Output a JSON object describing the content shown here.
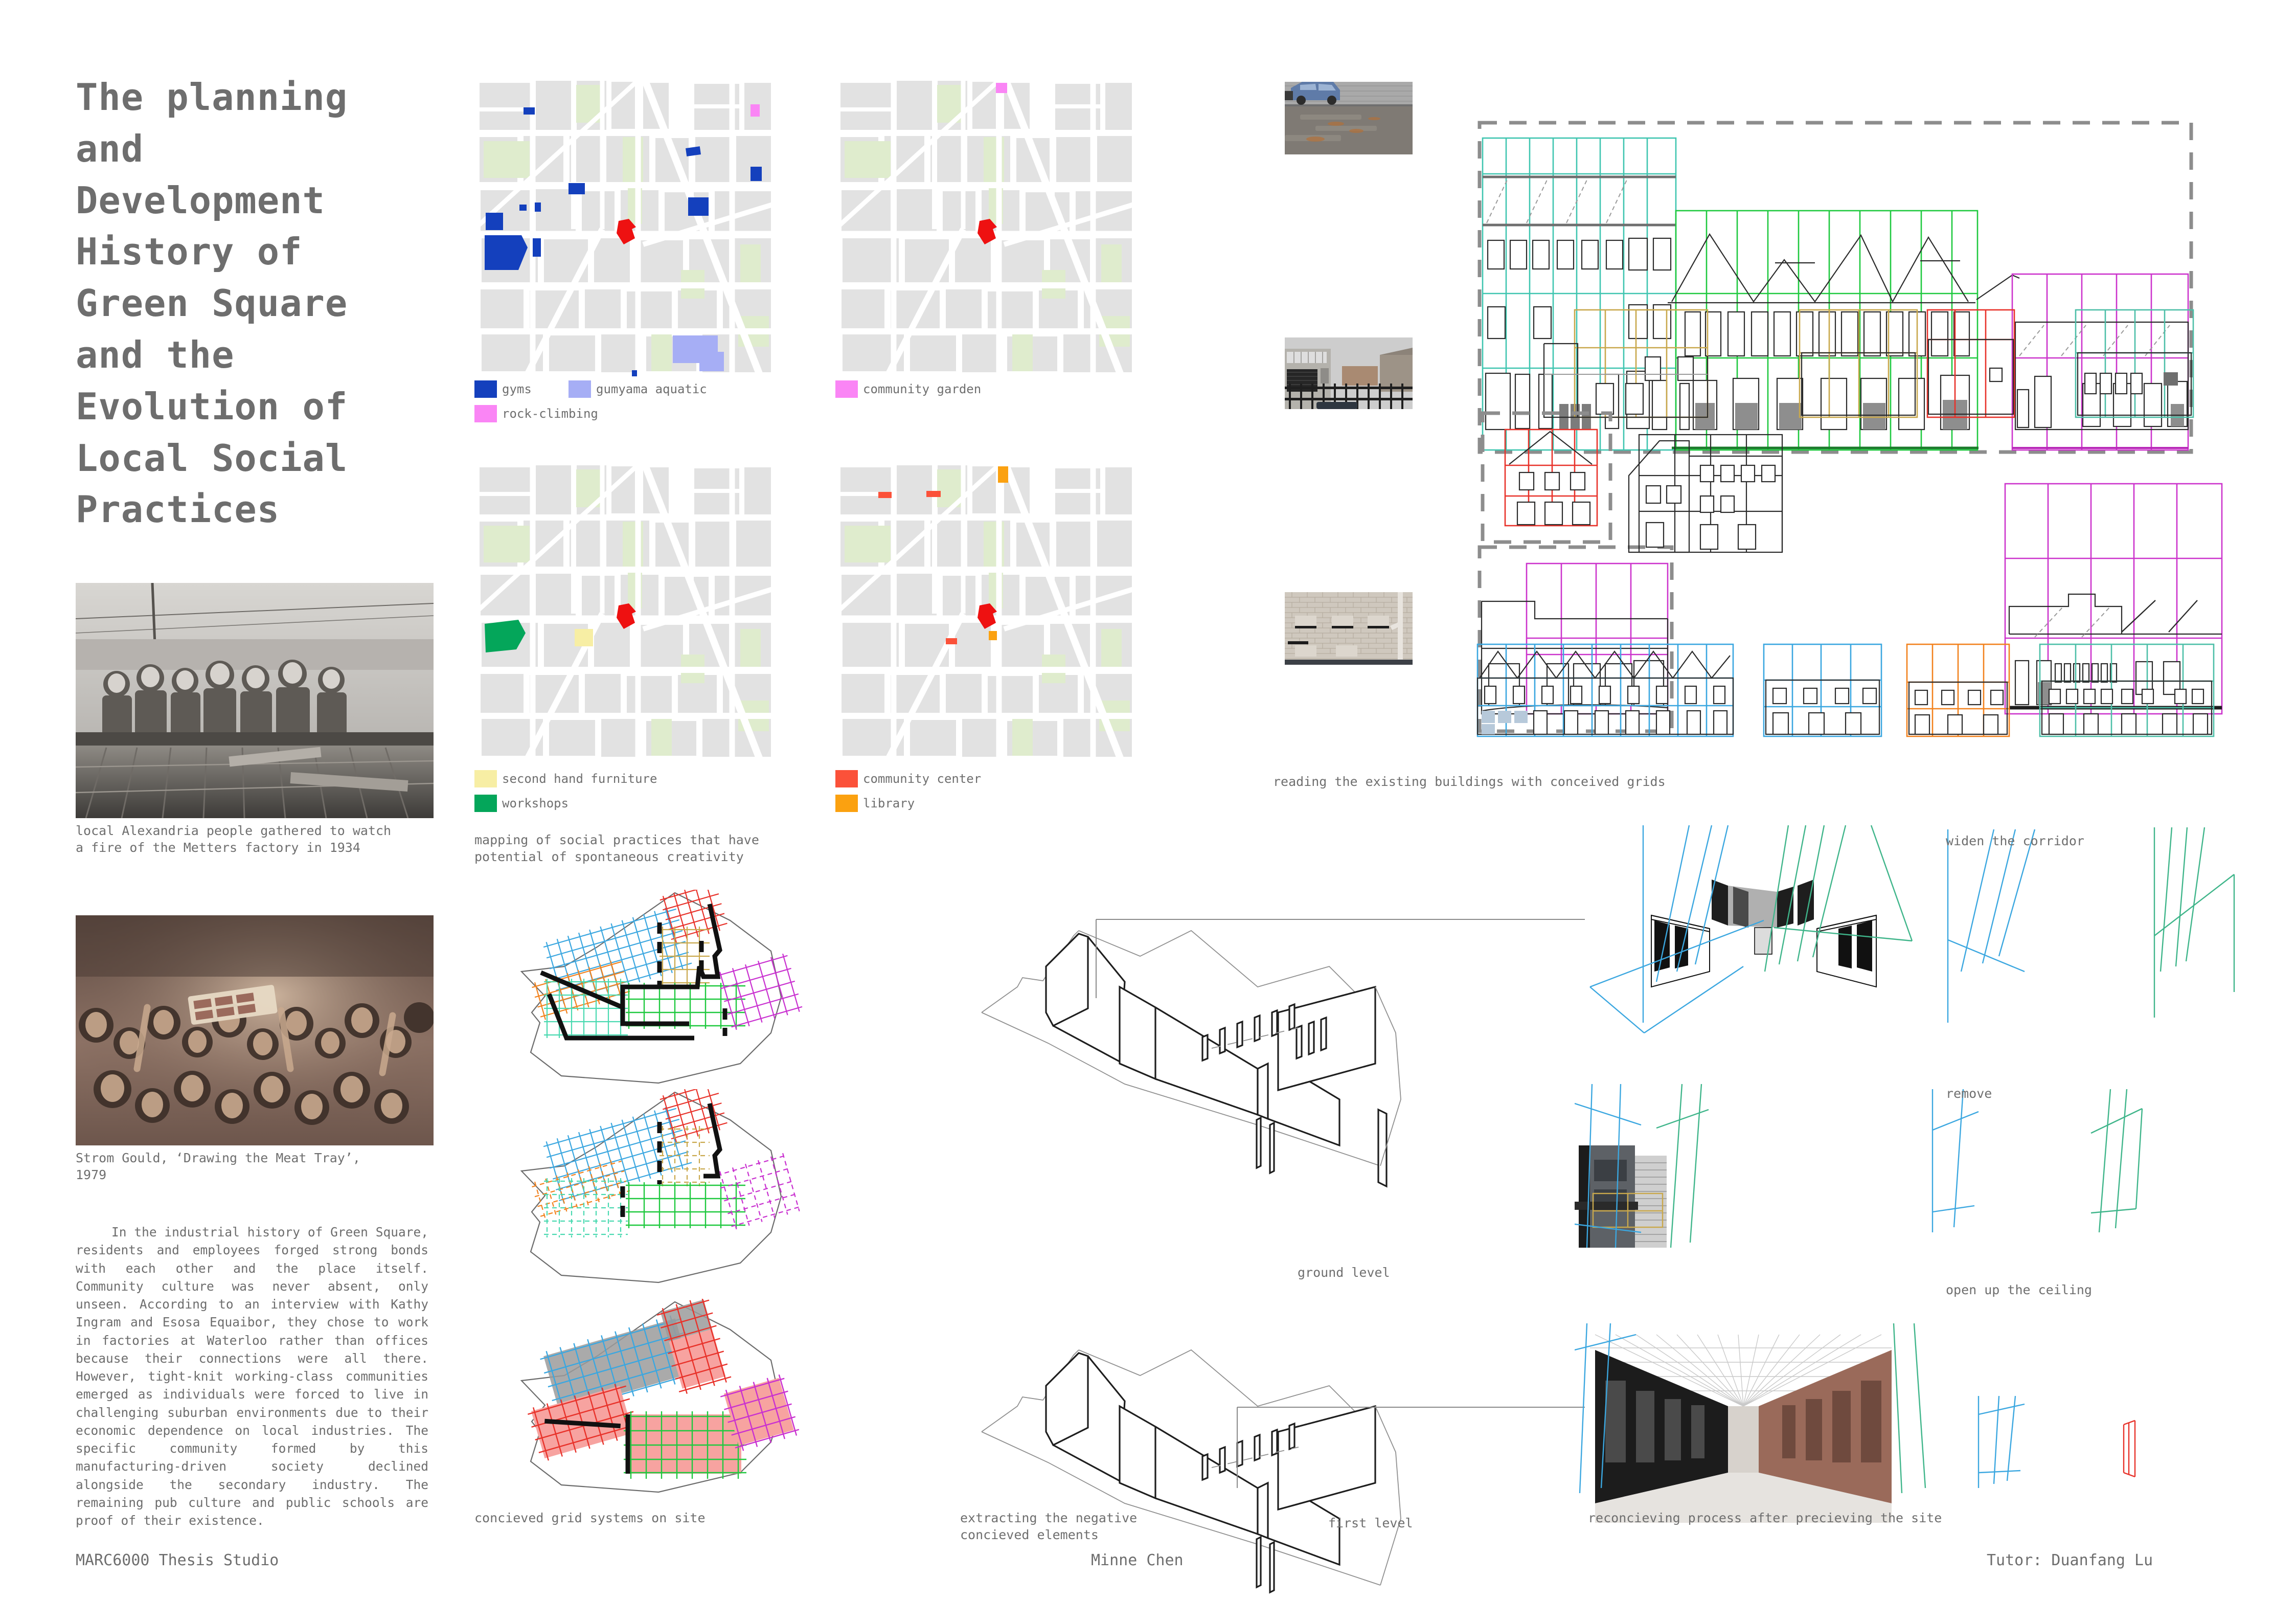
{
  "poster": {
    "title": "The planning\nand\nDevelopment\nHistory of\nGreen Square\nand the\nEvolution of\nLocal Social\nPractices",
    "body_text": "In the industrial history of Green Square, residents and employees forged strong bonds with each other and the place itself. Community culture was never absent, only unseen. According to an interview with Kathy Ingram and Esosa Equaibor, they chose to work in factories at Waterloo rather than offices because their connections were all there. However, tight-knit working-class communities emerged as individuals were forced to live in challenging suburban environments due to their economic dependence on local industries. The specific community formed by this manufacturing-driven society declined alongside the secondary industry. The remaining pub culture and public schools are proof of their existence."
  },
  "photos": [
    {
      "name": "metters-fire-photo",
      "caption": "local Alexandria people gathered to watch\na fire of the Metters factory in 1934"
    },
    {
      "name": "meat-tray-photo",
      "caption": "Strom Gould, ‘Drawing the Meat Tray’,\n1979"
    }
  ],
  "maps": {
    "caption": "mapping of social practices that have\npotential of spontaneous creativity",
    "legends": [
      {
        "label": "gyms",
        "color": "#1440bd"
      },
      {
        "label": "gumyama aquatic",
        "color": "#a6aef5"
      },
      {
        "label": "rock-climbing",
        "color": "#fa85f5"
      },
      {
        "label": "community garden",
        "color": "#fa85f5"
      },
      {
        "label": "second hand furniture",
        "color": "#f7eea4"
      },
      {
        "label": "workshops",
        "color": "#04a65a"
      },
      {
        "label": "community center",
        "color": "#fb5139"
      },
      {
        "label": "library",
        "color": "#fba110"
      }
    ],
    "site_color": "#ee1111",
    "block_color": "#e2e2e2",
    "park_color": "#dfeccd",
    "street_color": "#ffffff"
  },
  "grids": {
    "caption": "concieved grid systems on site",
    "colors": [
      "#3ba7e0",
      "#f2821e",
      "#e8322a",
      "#c9a84c",
      "#1fc93f",
      "#49d9b0",
      "#c930d0"
    ]
  },
  "elevations": {
    "caption": "reading the existing buildings with conceived grids",
    "colors": [
      "#3fc5b0",
      "#1fc93f",
      "#cc34cc",
      "#c9a84c",
      "#e8322a",
      "#3ba7e0",
      "#f2821e",
      "#4dbfa8"
    ]
  },
  "axonometrics": {
    "labels": [
      "ground level",
      "first level"
    ],
    "caption": "extracting the negative\nconcieved elements"
  },
  "perspectives": {
    "caption": "reconcieving process after precieving the site",
    "annotations": [
      "widen the corridor",
      "remove",
      "open up the ceiling"
    ],
    "colors": {
      "blue": "#3ba7e0",
      "green": "#3fb58a",
      "tan": "#c9a84c",
      "red": "#e8322a"
    }
  },
  "footer": {
    "left": "MARC6000 Thesis Studio",
    "center": "Minne Chen",
    "right": "Tutor: Duanfang Lu"
  }
}
